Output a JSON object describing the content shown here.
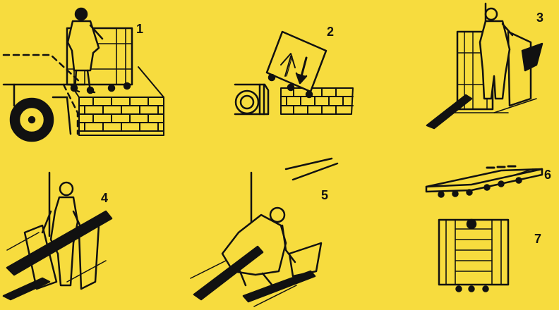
{
  "steps": [
    {
      "number": "1"
    },
    {
      "number": "2"
    },
    {
      "number": "3"
    },
    {
      "number": "4"
    },
    {
      "number": "5"
    },
    {
      "number": "6"
    },
    {
      "number": "7"
    }
  ],
  "colors": {
    "background": "#f7dc3e",
    "ink": "#111111"
  }
}
